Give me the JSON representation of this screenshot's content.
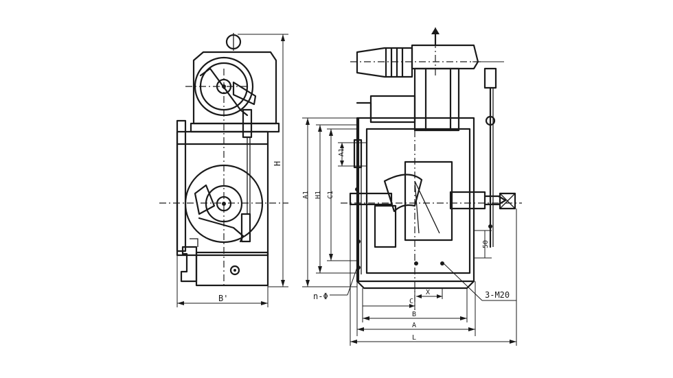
{
  "labels": {
    "H": "H",
    "B_prime": "B'",
    "A1": "A1",
    "H1": "H1",
    "C1": "C1",
    "A1_upper": "A1",
    "n_phi": "n-Φ",
    "M20": "3-M20",
    "C": "C",
    "X": "X",
    "B": "B",
    "A": "A",
    "L": "L",
    "dim50": "50"
  }
}
